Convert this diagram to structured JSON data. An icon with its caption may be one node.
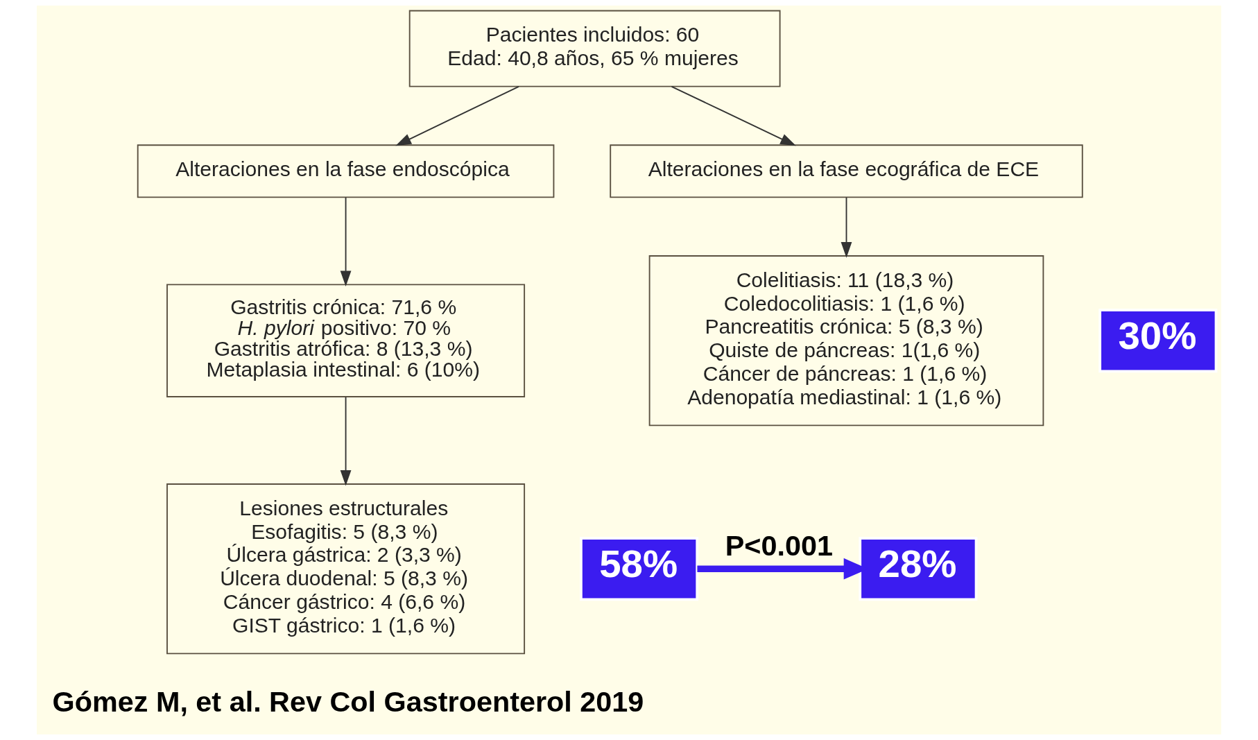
{
  "diagram": {
    "nodes": [
      {
        "text": [
          "Pacientes incluidos: 60",
          "Edad: 40,8 años, 65 % mujeres"
        ]
      },
      {
        "text": [
          "Alteraciones en la fase endoscópica"
        ]
      },
      {
        "text": [
          "Alteraciones en la fase ecográfica de ECE"
        ]
      },
      {
        "text": [
          "Gastritis crónica: 71,6 %",
          "*H. pylori* positivo: 70 %",
          "Gastritis atrófica: 8 (13,3 %)",
          "Metaplasia intestinal: 6 (10%)"
        ]
      },
      {
        "text": [
          "Lesiones estructurales",
          "Esofagitis: 5 (8,3 %)",
          "Úlcera gástrica: 2 (3,3 %)",
          "Úlcera duodenal: 5 (8,3 %)",
          "Cáncer gástrico: 4 (6,6 %)",
          "GIST gástrico: 1 (1,6 %)"
        ]
      },
      {
        "text": [
          "Colelitiasis: 11 (18,3 %)",
          "Coledocolitiasis: 1 (1,6 %)",
          "Pancreatitis crónica: 5 (8,3 %)",
          "Quiste de páncreas: 1(1,6 %)",
          "Cáncer de páncreas: 1 (1,6 %)",
          "Adenopatía mediastinal: 1 (1,6 %)"
        ]
      },
      {
        "text": [
          "30%"
        ]
      },
      {
        "text": [
          "58%"
        ]
      },
      {
        "text": [
          "28%"
        ]
      }
    ],
    "edges": [
      {
        "from": 0,
        "to": 1,
        "arrow": "to"
      },
      {
        "from": 0,
        "to": 2,
        "arrow": "to"
      },
      {
        "from": 1,
        "to": 3,
        "arrow": "to"
      },
      {
        "from": 3,
        "to": 4,
        "arrow": "to"
      },
      {
        "from": 2,
        "to": 5,
        "arrow": "to"
      },
      {
        "from": 7,
        "to": 8,
        "arrow": "to",
        "label": "P<0.001",
        "style": "thick",
        "color": "#3b1cf0"
      }
    ],
    "labels": [
      "Gómez M, et al. Rev Col Gastroenterol 2019"
    ]
  }
}
